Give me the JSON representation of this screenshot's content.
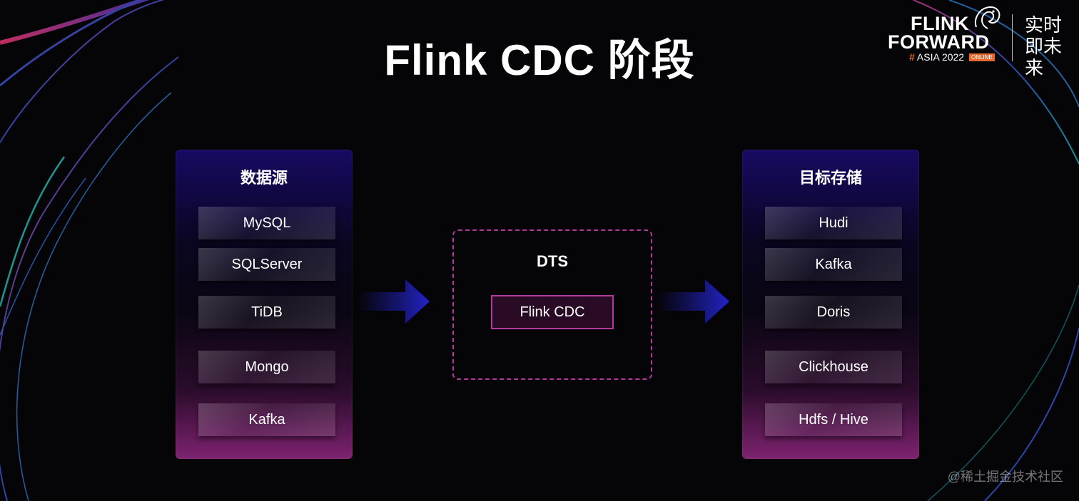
{
  "title": "Flink CDC 阶段",
  "logo": {
    "line1": "FLINK",
    "line2": "FORWARD",
    "hash": "#",
    "event": "ASIA 2022",
    "badge": "ONLINE",
    "tagline": "实时即未来"
  },
  "source_panel": {
    "title": "数据源",
    "items": [
      "MySQL",
      "SQLServer",
      "TiDB",
      "Mongo",
      "Kafka"
    ]
  },
  "dts": {
    "title": "DTS",
    "component": "Flink CDC"
  },
  "target_panel": {
    "title": "目标存储",
    "items": [
      "Hudi",
      "Kafka",
      "Doris",
      "Clickhouse",
      "Hdfs / Hive"
    ]
  },
  "watermark": "@稀土掘金技术社区",
  "colors": {
    "accent_magenta": "#b23a9a",
    "arrow_blue": "#1f1fb0",
    "logo_orange": "#e8672b",
    "panel_top": "#170a63",
    "panel_bottom": "#7e2370"
  }
}
